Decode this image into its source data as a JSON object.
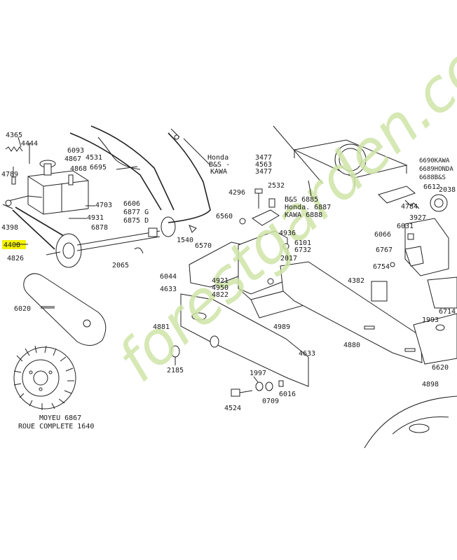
{
  "watermark": {
    "text": "forestgarden.com"
  },
  "labels": {
    "l4365": "4365",
    "l4444": "4444",
    "l4789": "4789",
    "l4398": "4398",
    "l4408": "4408",
    "l4826": "4826",
    "l6020": "6020",
    "l4867": "4867",
    "l4868": "4868",
    "l6093": "6093",
    "l4531": "4531",
    "l6695": "6695",
    "l4703": "4703",
    "l4931": "4931",
    "l6878": "6878",
    "l6606": "6606",
    "l6877": "6877 G",
    "l6875": "6875 D",
    "l2065": "2065",
    "l1540": "1540",
    "l6570": "6570",
    "l6560": "6560",
    "l4936": "4936",
    "l4296": "4296",
    "l2532": "2532",
    "honda1": "Honda",
    "bs1": "B&S -",
    "kawa1": "KAWA",
    "l3477a": "3477",
    "l4563": "4563",
    "l3477b": "3477",
    "bs6885": "B&S  6885",
    "honda6887": "Honda. 6887",
    "kawa6888": "KAWA  6888",
    "l6101": "6101",
    "l6732": "6732",
    "l2017": "2017",
    "l6044": "6044",
    "l4921": "4921",
    "l4950": "4950",
    "l4822": "4822",
    "l4633a": "4633",
    "l4989": "4989",
    "l4881": "4881",
    "l4633b": "4633",
    "l2185": "2185",
    "l1997": "1997",
    "l4524": "4524",
    "l0709": "0709",
    "l6016": "6016",
    "l4382": "4382",
    "l4880": "4880",
    "l6690": "6690KAWA",
    "l6689": "6689HONDA",
    "l6688": "6688B&S",
    "l6612": "6612",
    "l2038": "2038",
    "l4784": "4784",
    "l3927": "3927",
    "l6031": "6031",
    "l6066": "6066",
    "l6767": "6767",
    "l6754": "6754",
    "l6714": "6714",
    "l1993": "1993",
    "l6620": "6620",
    "l4898": "4898",
    "moyeu": "MOYEU  6867",
    "roue": "ROUE COMPLETE  1640"
  },
  "highlight": {
    "part": "4408",
    "color": "#f3f200"
  }
}
